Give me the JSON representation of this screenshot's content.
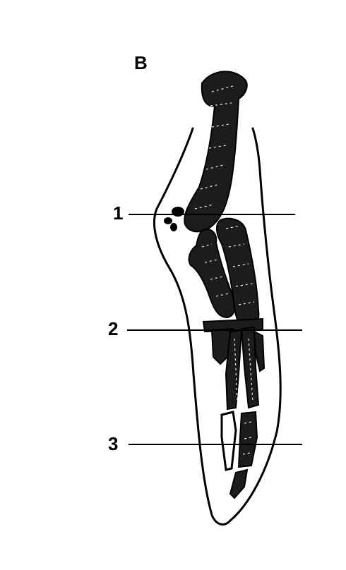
{
  "figure": {
    "panel_label": "B",
    "levels": [
      {
        "label": "1"
      },
      {
        "label": "2"
      },
      {
        "label": "3"
      }
    ]
  }
}
